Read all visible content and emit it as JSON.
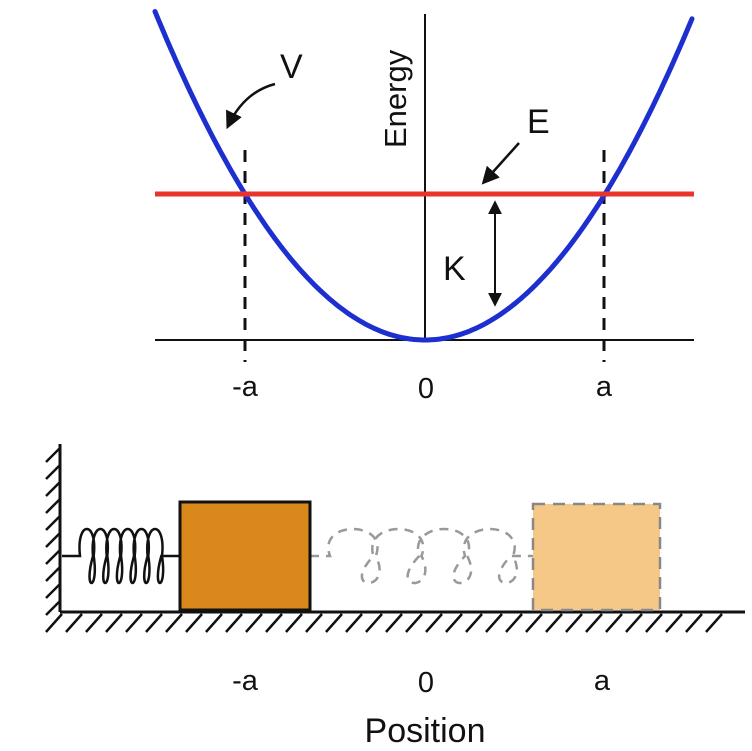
{
  "energy_plot": {
    "y_axis_label": "Energy",
    "potential_label": "V",
    "total_energy_label": "E",
    "kinetic_label": "K",
    "x_ticks": [
      "-a",
      "0",
      "a"
    ],
    "colors": {
      "potential_curve": "#1e2fd0",
      "energy_line": "#e8342a",
      "axes": "#111111"
    }
  },
  "spring_system": {
    "x_ticks": [
      "-a",
      "0",
      "a"
    ],
    "x_axis_label": "Position",
    "colors": {
      "block_left": "#d9881c",
      "block_right": "#f6c888",
      "spring": "#111111",
      "ghost_spring": "#999999",
      "ground_hatch": "#111111"
    }
  }
}
